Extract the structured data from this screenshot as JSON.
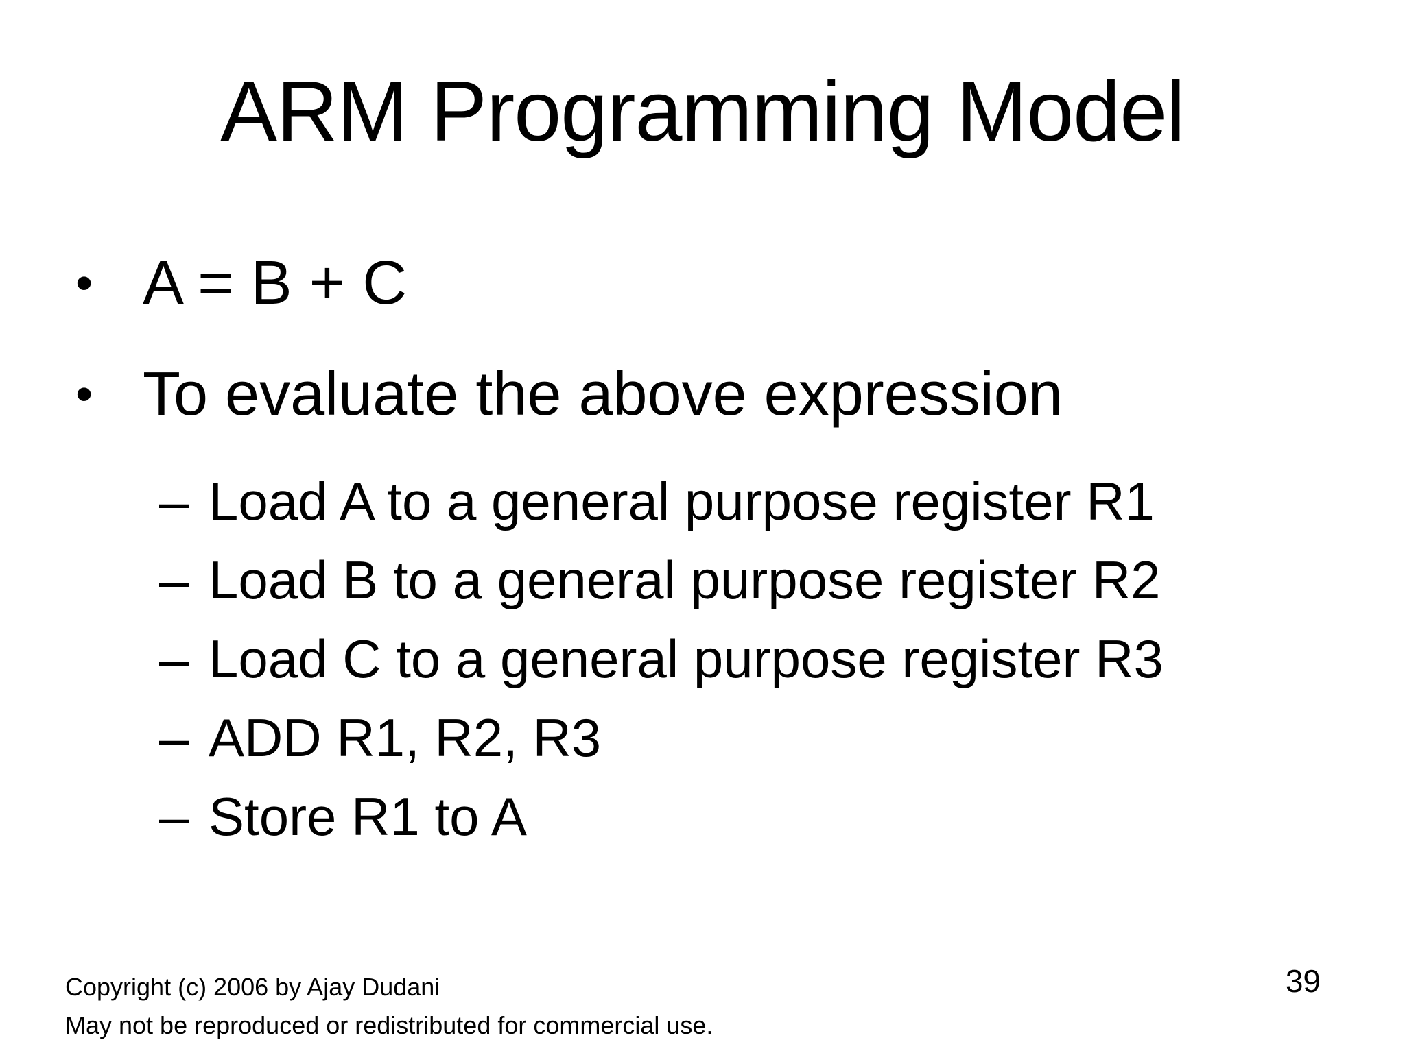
{
  "slide": {
    "title": "ARM Programming Model",
    "bullet_marker": "•",
    "sub_bullet_marker": "–",
    "bullets": [
      "A = B + C",
      "To evaluate the above expression"
    ],
    "sub_bullets": [
      "Load A to a general purpose register R1",
      "Load B to a general purpose register R2",
      "Load C to a general purpose register R3",
      "ADD R1, R2, R3",
      "Store R1 to A"
    ],
    "footer": {
      "line1": "Copyright (c) 2006 by Ajay Dudani",
      "line2": "May not be reproduced or redistributed for commercial use.",
      "page_number": "39"
    },
    "colors": {
      "background": "#ffffff",
      "text": "#000000"
    }
  }
}
